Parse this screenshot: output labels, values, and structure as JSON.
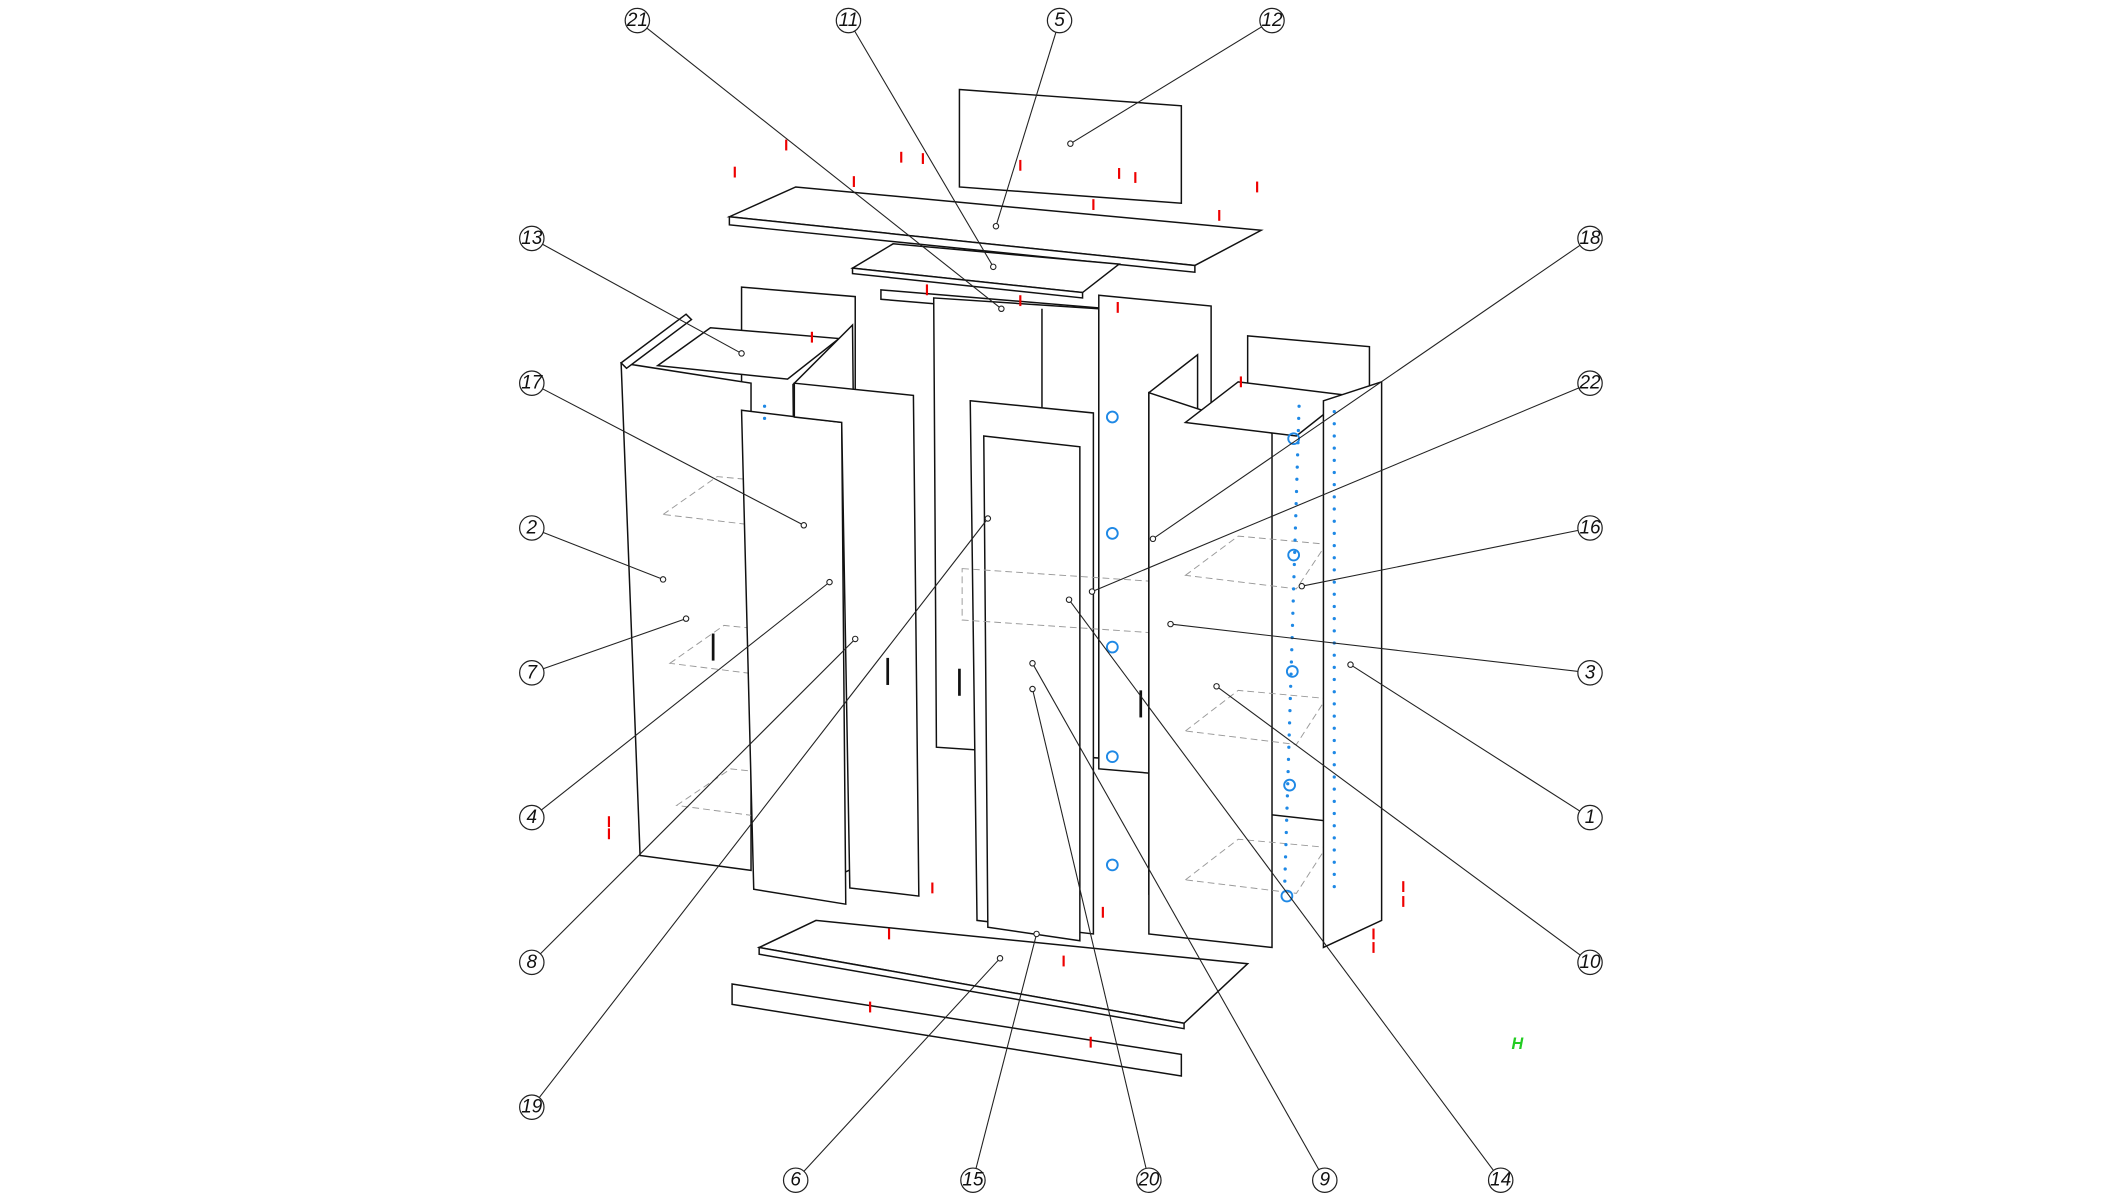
{
  "diagram": {
    "type": "exploded-assembly",
    "callouts": [
      "21",
      "11",
      "5",
      "12",
      "13",
      "18",
      "17",
      "22",
      "2",
      "16",
      "7",
      "3",
      "4",
      "1",
      "8",
      "10",
      "19",
      "6",
      "15",
      "20",
      "9",
      "14"
    ],
    "marker_label": "H",
    "colors": {
      "line": "#111111",
      "fastener": "#ee0000",
      "cam": "#1e88e5",
      "marker": "#22cc22"
    }
  }
}
